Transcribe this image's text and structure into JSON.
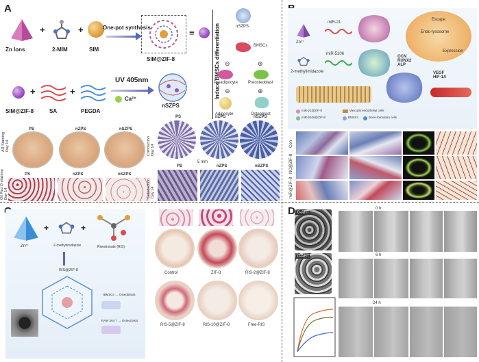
{
  "panels": {
    "a": "A",
    "b": "B",
    "c": "C",
    "d": "D"
  },
  "panelA": {
    "reagents": [
      "Zn Ions",
      "2-MIM",
      "SIM"
    ],
    "one_pot": "One-pot synthesis",
    "product1": "SIM@ZIF-8",
    "reagents2": [
      "SIM@ZIF-8",
      "SA",
      "PEGDA"
    ],
    "uv": "UV 405nm",
    "ca": "Ca²⁺",
    "product2": "nSZPS",
    "diff_title": "Induce BMSCs differentiation",
    "diff_nodes": {
      "top": "nSZPS",
      "bmsc": "BMSCs",
      "preadipo": "Preadipocyte",
      "preosteo": "Preosteoblast",
      "adipo": "Adipocyte",
      "osteo": "Osteoblast"
    },
    "dish_row_label": "AR Staining\nDay 14",
    "dish_names": [
      "PS",
      "nZPS",
      "nSZPS"
    ],
    "oil_label": "Oil Red O staining\nDay 14",
    "colony_label": "Colnduction\nDay 14",
    "scale": "5 mm"
  },
  "panelB": {
    "zn": "Zn²⁺",
    "mim": "2-methylimidazole",
    "mir21": "miR-21",
    "mir5106": "miR-5106",
    "escape": "Escape",
    "endo": "Endo-lysosome",
    "expression": "Expression",
    "genes": "OCN\nRUNX2\nALP",
    "vegf": "VEGF\nHIF-1A",
    "legend": [
      "miR-21@ZIF-8",
      "Vascular endothelial cells",
      "miR-5106@ZIF-8",
      "BMSCs",
      "Bone-formation cells"
    ],
    "rows": [
      "Con",
      "NC@ZIF-8",
      "miR@ZIF-8"
    ]
  },
  "panelC": {
    "zn": "Zn²⁺",
    "mim": "2-methylimidazole",
    "ris": "Risedronate (RIS)",
    "product": "RIS@ZIF-8",
    "bmsc": "rBMSCs → Osteoblasts",
    "raw": "RAW 264.7 → Osteoclasts",
    "row1": [
      "Control",
      "ZIF-8",
      "RIS-2@ZIF-8"
    ],
    "row2": [
      "RIS-5@ZIF-8",
      "RIS-10@ZIF-8",
      "Free-RIS"
    ]
  },
  "panelD": {
    "sem1": "0-AHT",
    "sem2": "0-AHT",
    "times": [
      "0 h",
      "6 h",
      "24 h"
    ]
  }
}
